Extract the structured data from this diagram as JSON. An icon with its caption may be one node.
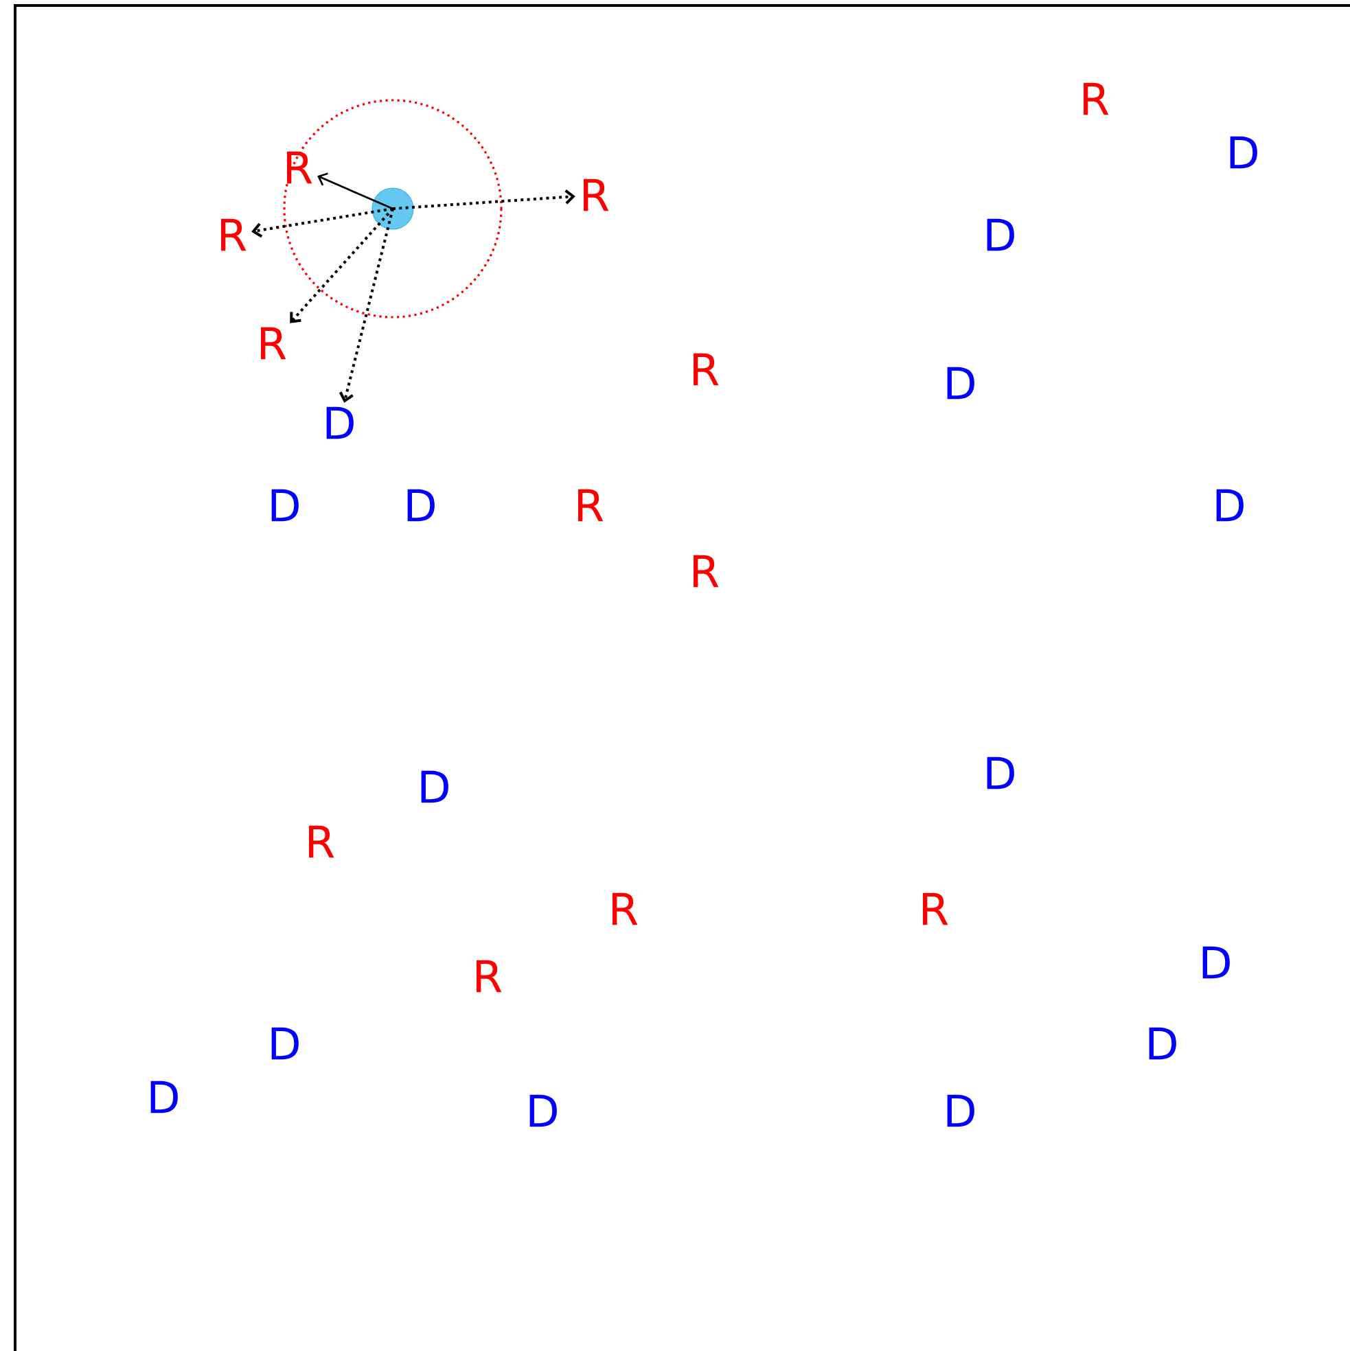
{
  "diagram": {
    "nodes": [
      {
        "text": [],
        "shape": "circle"
      },
      {
        "text": [
          "R"
        ]
      },
      {
        "text": [
          "D"
        ]
      },
      {
        "text": [
          "R"
        ]
      },
      {
        "text": [
          "R"
        ]
      },
      {
        "text": [
          "R"
        ]
      },
      {
        "text": [
          "D"
        ]
      },
      {
        "text": [
          "R"
        ]
      },
      {
        "text": [
          "R"
        ]
      },
      {
        "text": [
          "D"
        ]
      },
      {
        "text": [
          "D"
        ]
      },
      {
        "text": [
          "D"
        ]
      },
      {
        "text": [
          "D"
        ]
      },
      {
        "text": [
          "R"
        ]
      },
      {
        "text": [
          "D"
        ]
      },
      {
        "text": [
          "R"
        ]
      },
      {
        "text": [
          "D"
        ]
      },
      {
        "text": [
          "D"
        ]
      },
      {
        "text": [
          "R"
        ]
      },
      {
        "text": [
          "R"
        ]
      },
      {
        "text": [
          "R"
        ]
      },
      {
        "text": [
          "D"
        ]
      },
      {
        "text": [
          "R"
        ]
      },
      {
        "text": [
          "D"
        ]
      },
      {
        "text": [
          "D"
        ]
      },
      {
        "text": [
          "D"
        ]
      },
      {
        "text": [
          "D"
        ]
      },
      {
        "text": [
          "D"
        ]
      }
    ],
    "edges": [
      {
        "from": 0,
        "to": 3,
        "arrow": "to"
      },
      {
        "from": 0,
        "to": 4,
        "arrow": "to",
        "style": "dashed"
      },
      {
        "from": 0,
        "to": 5,
        "arrow": "to",
        "style": "dashed"
      },
      {
        "from": 0,
        "to": 7,
        "arrow": "to",
        "style": "dashed"
      },
      {
        "from": 0,
        "to": 10,
        "arrow": "to",
        "style": "dashed"
      }
    ]
  }
}
